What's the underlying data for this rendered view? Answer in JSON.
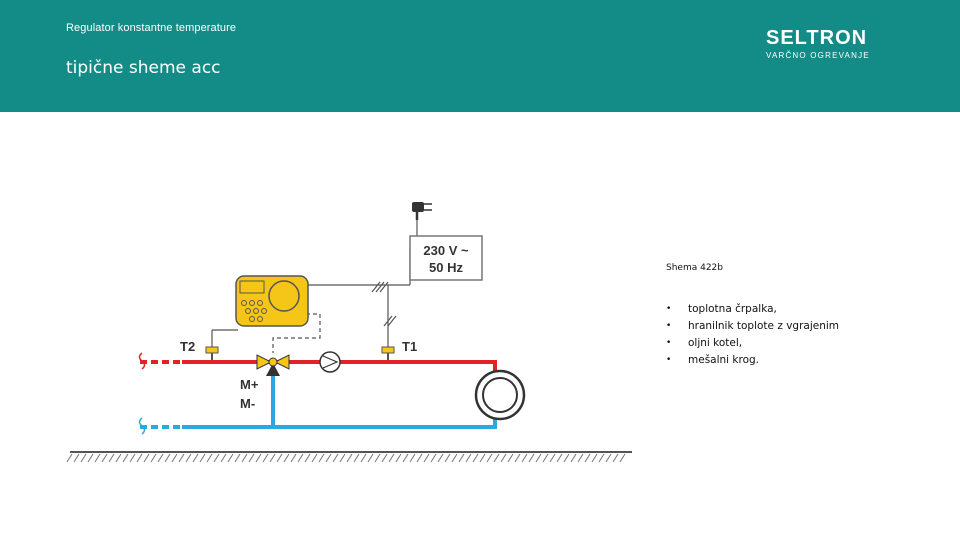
{
  "header": {
    "small_title": "Regulator konstantne temperature",
    "big_title": "tipične sheme acc",
    "logo_brand": "SELTRON",
    "logo_tagline": "VARČNO OGREVANJE"
  },
  "diagram": {
    "voltage_line1": "230 V ~",
    "voltage_line2": "50 Hz",
    "sensor_t2": "T2",
    "sensor_t1": "T1",
    "motor_plus": "M+",
    "motor_minus": "M-",
    "colors": {
      "hot": "#e32227",
      "cold": "#2ba9df",
      "controller": "#f5c518",
      "ground": "#555555"
    }
  },
  "description": {
    "scheme_label": "Shema 422b",
    "bullet": "•",
    "items": [
      "toplotna črpalka,",
      "hranilnik toplote z vgrajenim",
      "oljni kotel,",
      "mešalni krog."
    ]
  }
}
